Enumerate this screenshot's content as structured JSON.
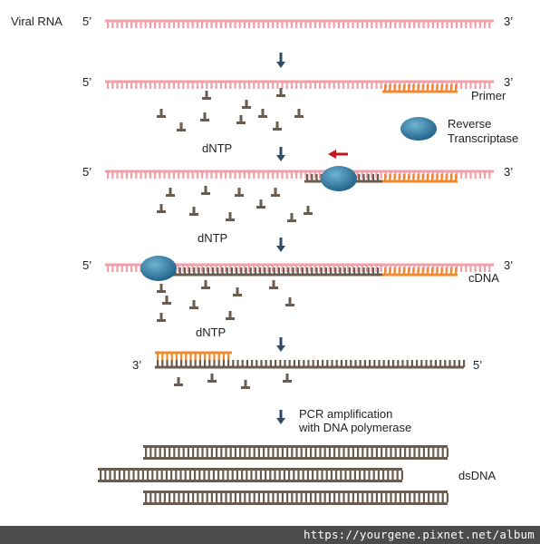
{
  "colors": {
    "rna": "#f0a0a8",
    "primer": "#f08a2e",
    "dna": "#6a5d4f",
    "enzyme_light": "#6fb4d2",
    "enzyme_dark": "#1d5e86",
    "arrow": "#2f4d66",
    "red_arrow": "#c4161c",
    "footer_bg": "#4b4b4b"
  },
  "labels": {
    "viral_rna": "Viral RNA",
    "five_prime": "5’",
    "three_prime": "3’",
    "primer": "Primer",
    "reverse": "Reverse",
    "transcriptase": "Transcriptase",
    "dntp": "dNTP",
    "cdna": "cDNA",
    "pcr_line1": "PCR amplification",
    "pcr_line2": "with DNA polymerase",
    "dsdna": "dsDNA"
  },
  "footer": {
    "url": "https://yourgene.pixnet.net/album"
  },
  "icons": {
    "enzyme": "ellipse-enzyme-icon",
    "flow_arrow": "down-arrow-icon",
    "direction_arrow": "left-arrow-icon",
    "nucleotide": "t-shape-icon"
  }
}
